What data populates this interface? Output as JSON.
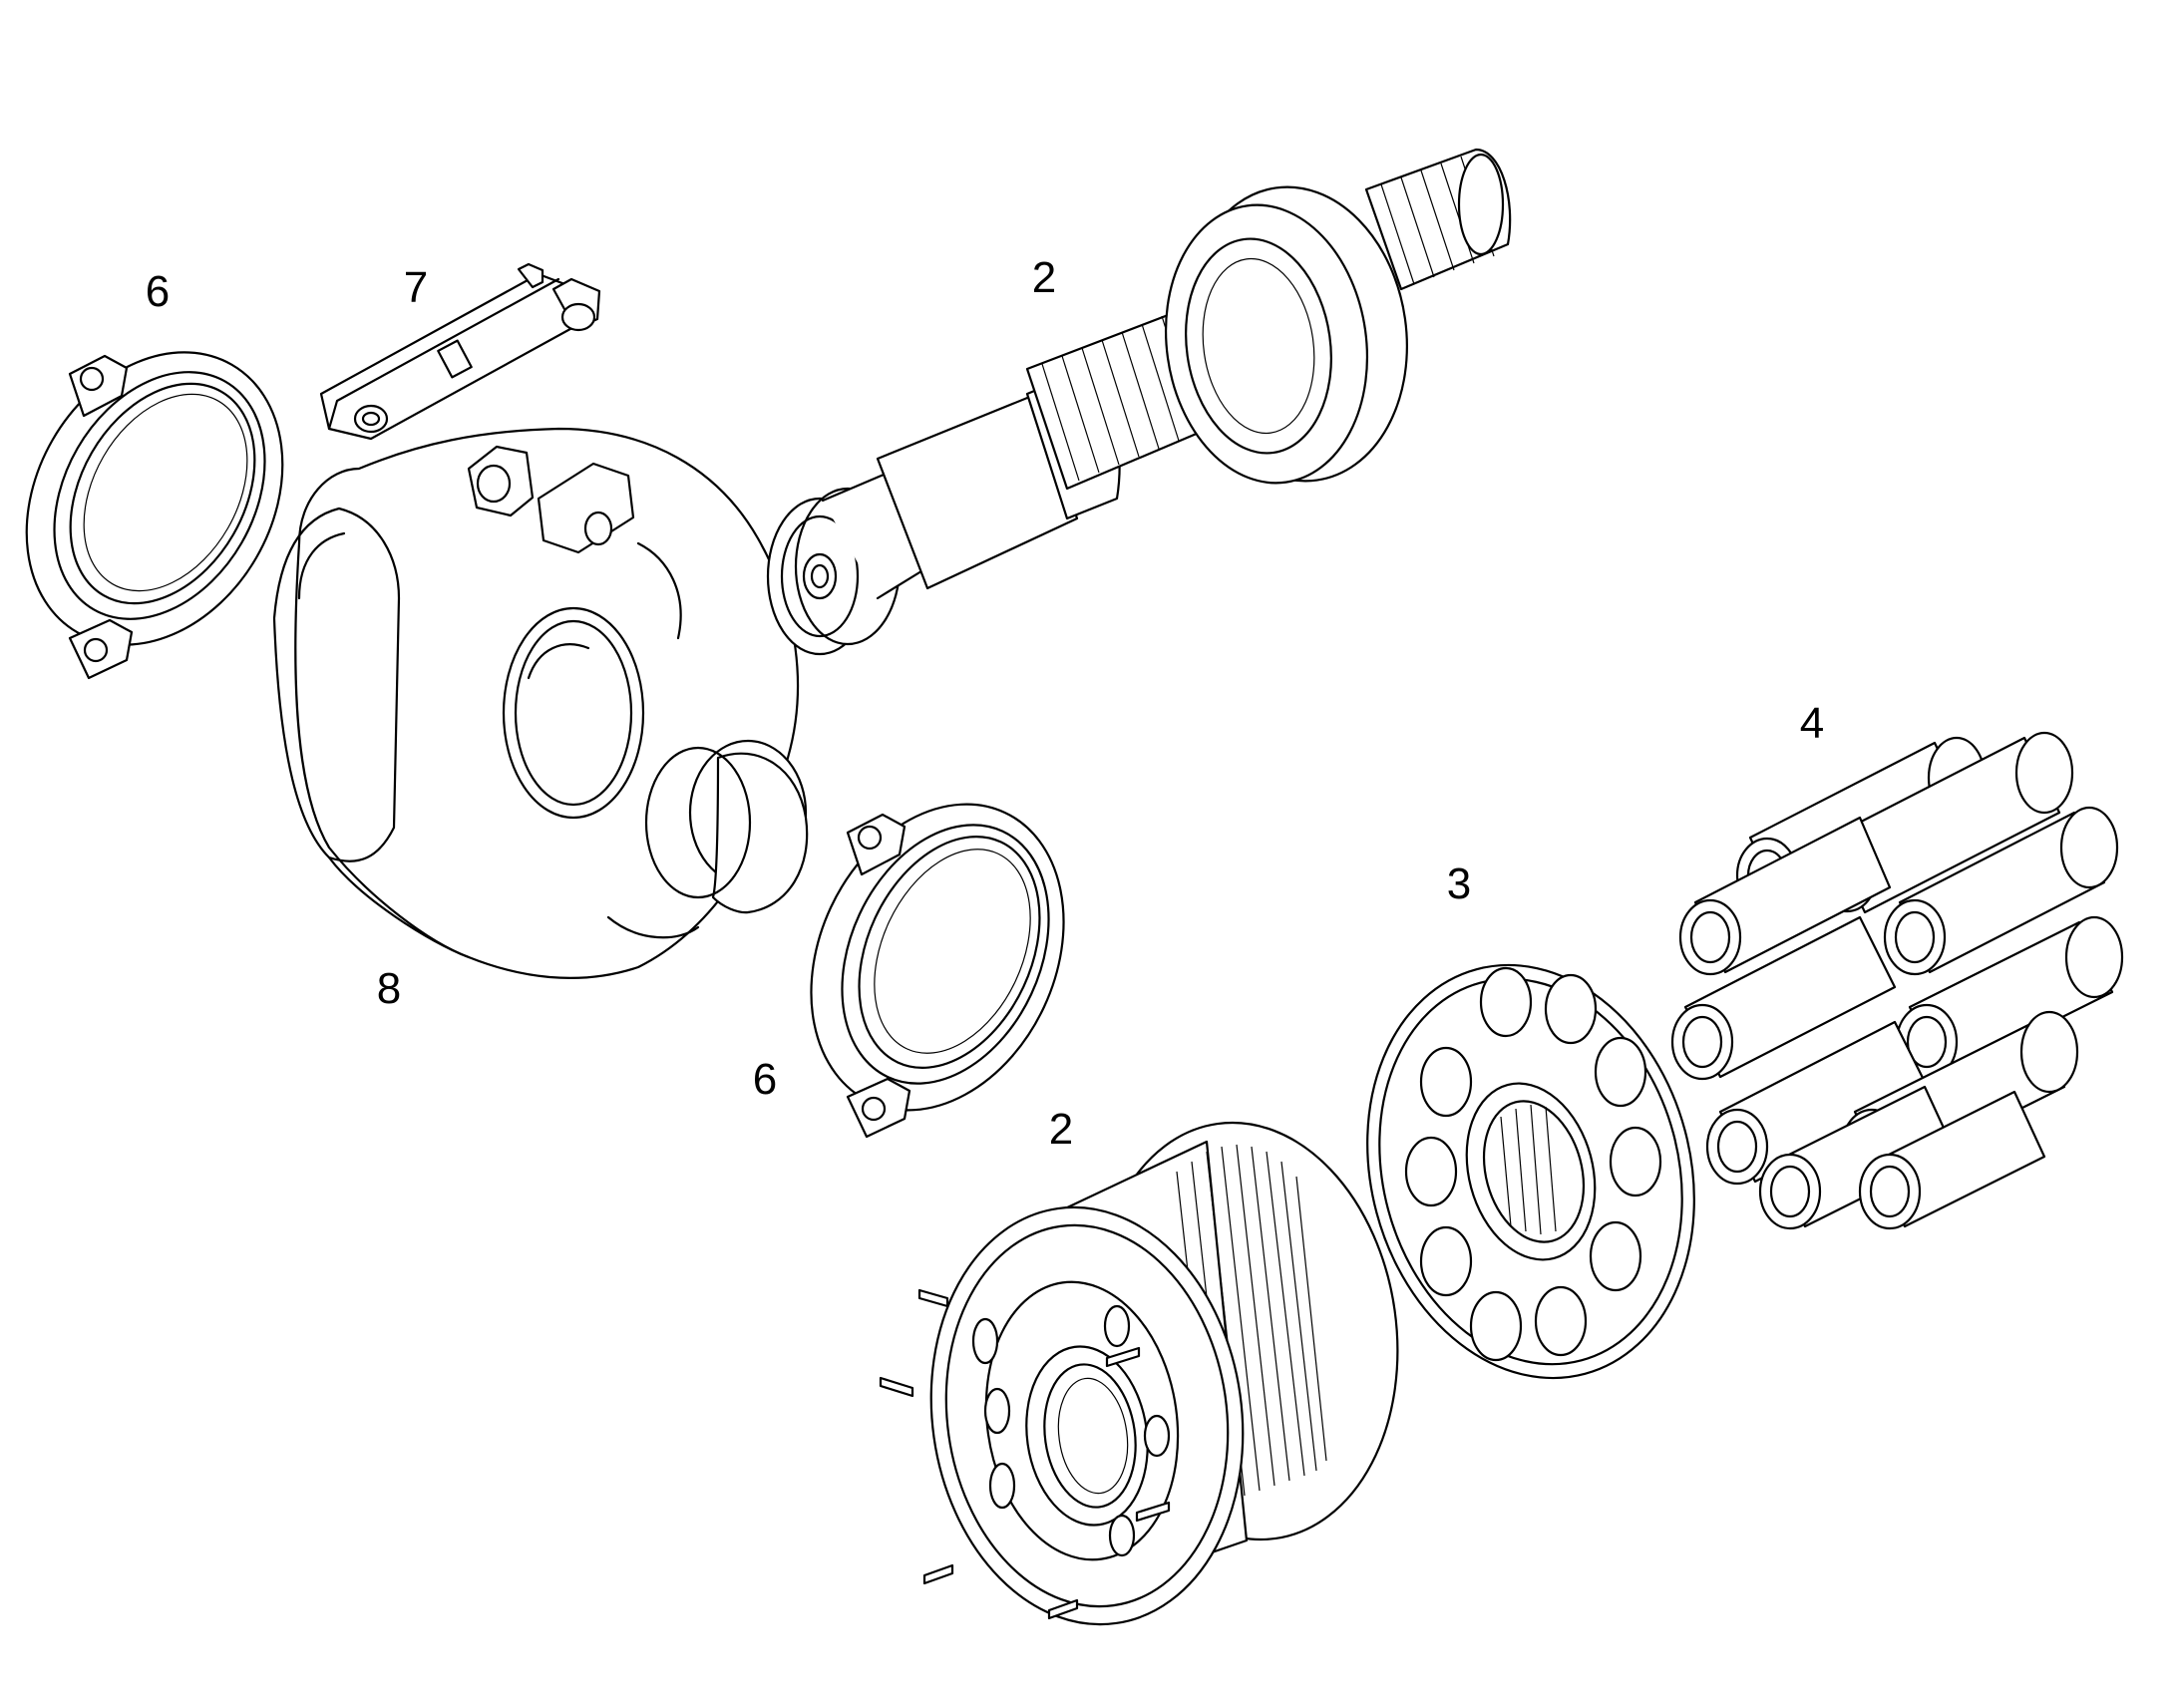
{
  "callouts": {
    "seal_top": "6",
    "link": "7",
    "shaft": "2",
    "housing": "8",
    "seal_mid": "6",
    "barrel": "2",
    "port_plate": "3",
    "pistons": "4"
  },
  "colors": {
    "ink": "#000000",
    "paper": "#ffffff"
  }
}
